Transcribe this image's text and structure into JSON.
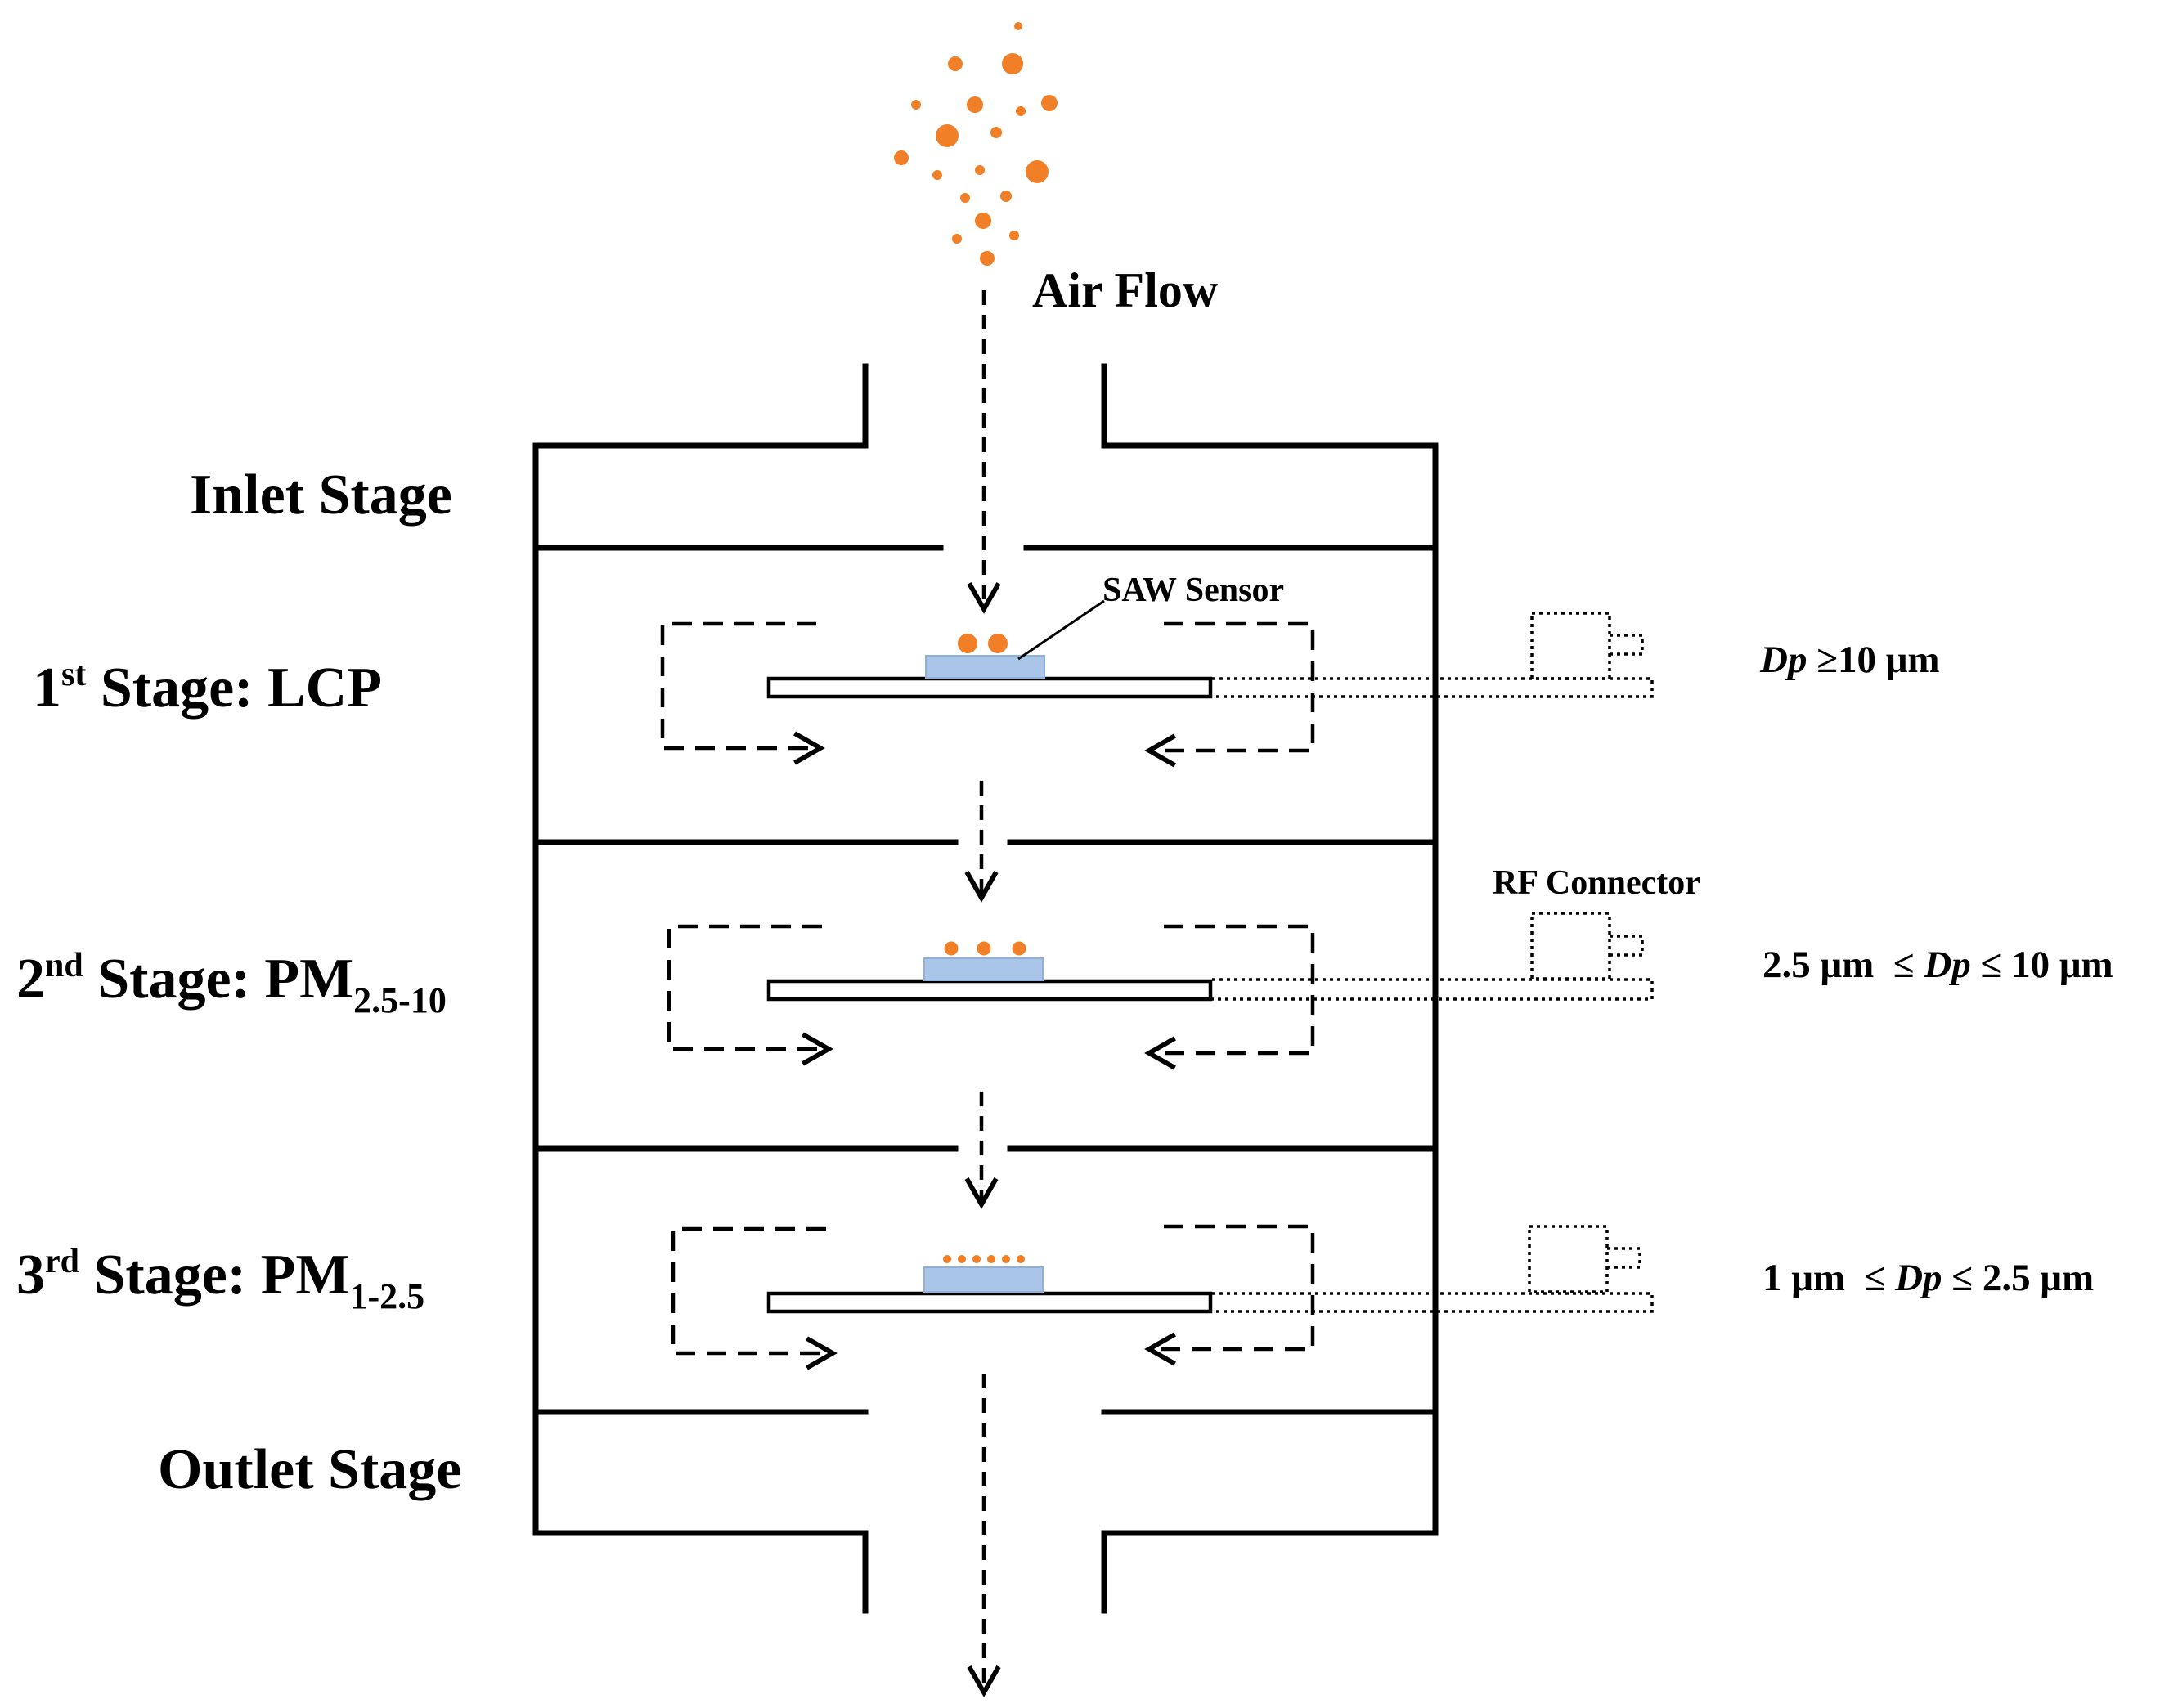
{
  "colors": {
    "particle": "#f07f28",
    "saw_sensor": "#a9c5e8",
    "line": "#000000",
    "background": "#ffffff"
  },
  "labels": {
    "air_flow": "Air Flow",
    "saw_sensor": "SAW Sensor",
    "rf_connector": "RF Connector",
    "inlet_stage": "Inlet Stage",
    "outlet_stage": "Outlet Stage"
  },
  "stages": [
    {
      "number": "1",
      "ordinal_suffix": "st",
      "name_prefix": " Stage: ",
      "name": "LCP",
      "subscript": "",
      "range_prefix": "",
      "range_var": "Dp",
      "range_suffix": " ≥10 μm"
    },
    {
      "number": "2",
      "ordinal_suffix": "nd",
      "name_prefix": " Stage: ",
      "name": "PM",
      "subscript": "2.5-10",
      "range_prefix": "2.5 μm  ≤ ",
      "range_var": "Dp",
      "range_suffix": " ≤ 10 μm"
    },
    {
      "number": "3",
      "ordinal_suffix": "rd",
      "name_prefix": " Stage: ",
      "name": "PM",
      "subscript": "1-2.5",
      "range_prefix": "1 μm  ≤ ",
      "range_var": "Dp",
      "range_suffix": " ≤ 2.5 μm"
    }
  ]
}
